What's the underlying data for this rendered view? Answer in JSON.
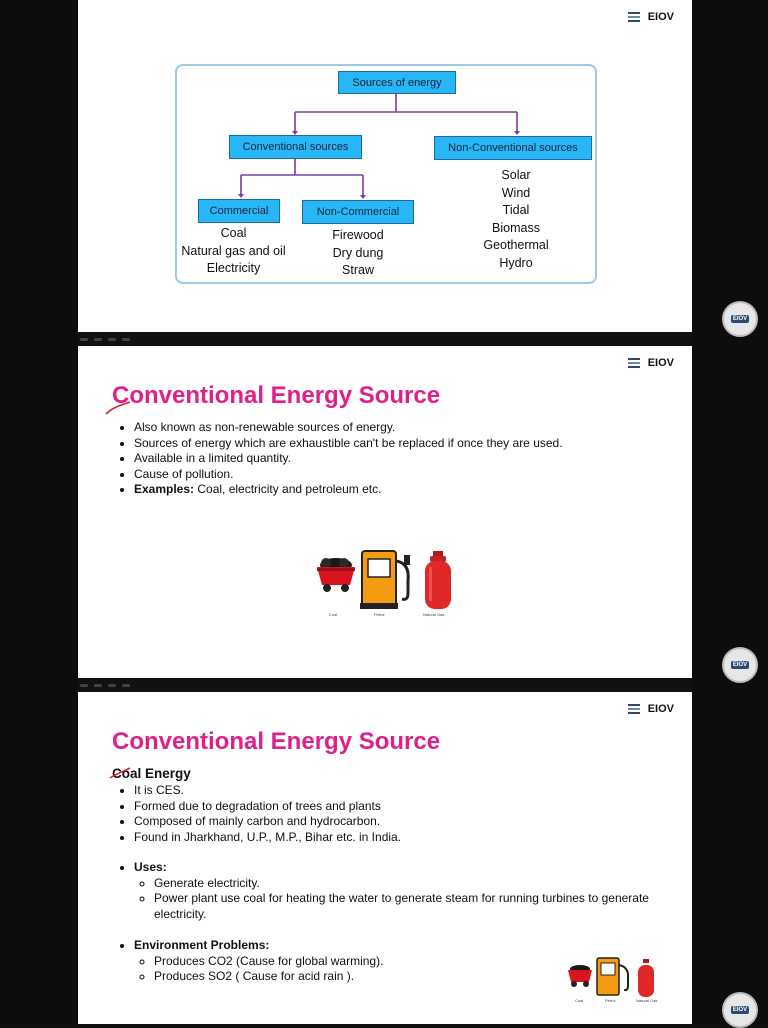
{
  "logo": {
    "text": "EIOV"
  },
  "side_badge": {
    "text": "EIOV"
  },
  "diagram": {
    "root": "Sources of energy",
    "conventional": "Conventional sources",
    "non_conventional": "Non-Conventional sources",
    "commercial": "Commercial",
    "non_commercial": "Non-Commercial",
    "commercial_items": [
      "Coal",
      "Natural gas and oil",
      "Electricity"
    ],
    "non_commercial_items": [
      "Firewood",
      "Dry dung",
      "Straw"
    ],
    "non_conventional_items": [
      "Solar",
      "Wind",
      "Tidal",
      "Biomass",
      "Geothermal",
      "Hydro"
    ]
  },
  "slide2": {
    "title": "Conventional Energy Source",
    "bullets": [
      "Also known as non-renewable sources of energy.",
      "Sources of energy which are exhaustible can't be replaced if once they are used.",
      "Available in a limited quantity.",
      "Cause of pollution."
    ],
    "examples_label": "Examples:",
    "examples_text": " Coal, electricity and petroleum etc.",
    "fuel_labels": [
      "Coal",
      "Petrol",
      "Natural Gas"
    ]
  },
  "slide3": {
    "title": "Conventional Energy Source",
    "heading": "Coal Energy",
    "bullets": [
      "It is CES.",
      "Formed due to degradation of trees and plants",
      "Composed of mainly carbon and hydrocarbon.",
      "Found in Jharkhand, U.P., M.P., Bihar etc. in India."
    ],
    "uses_label": "Uses:",
    "uses": [
      "Generate electricity.",
      "Power plant use coal for heating the water to generate steam for running turbines to generate electricity."
    ],
    "problems_label": "Environment Problems:",
    "problems": [
      "Produces CO2 (Cause for global warming).",
      "Produces SO2 ( Cause for acid rain )."
    ],
    "fuel_labels": [
      "Coal",
      "Petrol",
      "Natural Gas"
    ]
  },
  "colors": {
    "title_pink": "#e0208a",
    "node_blue": "#29b6f6",
    "connector_purple": "#7a3aa6"
  }
}
